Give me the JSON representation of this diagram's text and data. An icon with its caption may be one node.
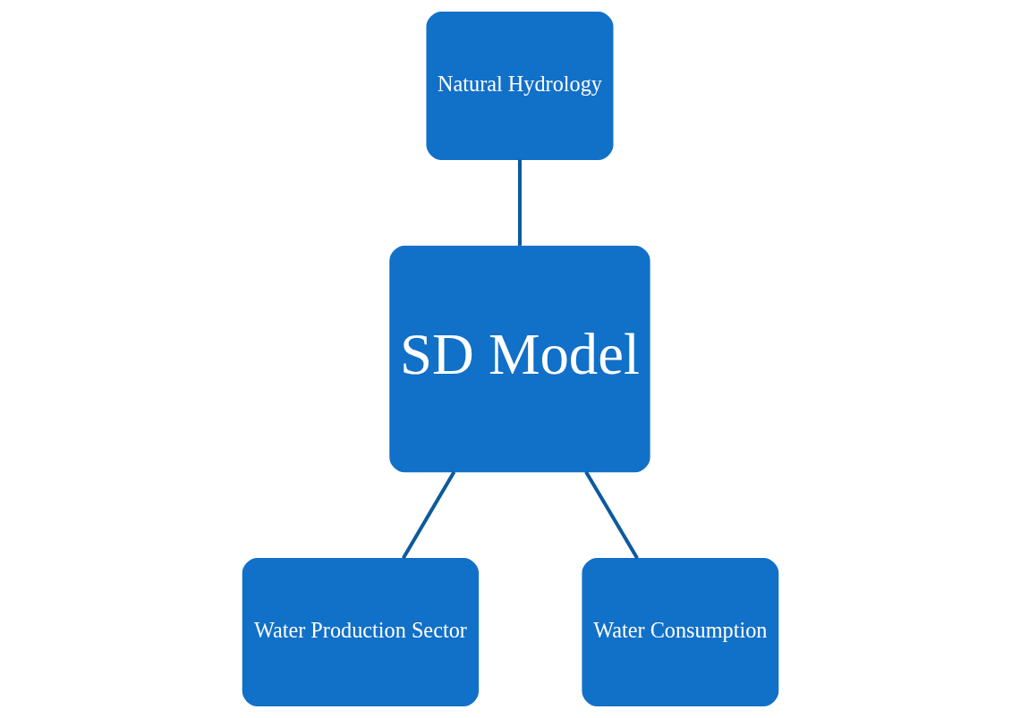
{
  "diagram": {
    "nodes": [
      {
        "text": [
          "Natural Hydrology"
        ]
      },
      {
        "text": [
          "SD Model"
        ]
      },
      {
        "text": [
          "Water Production Sector"
        ]
      },
      {
        "text": [
          "Water Consumption"
        ]
      }
    ],
    "edges": [
      {
        "from": 0,
        "to": 1,
        "arrow": "none"
      },
      {
        "from": 1,
        "to": 2,
        "arrow": "none"
      },
      {
        "from": 1,
        "to": 3,
        "arrow": "none"
      }
    ]
  }
}
